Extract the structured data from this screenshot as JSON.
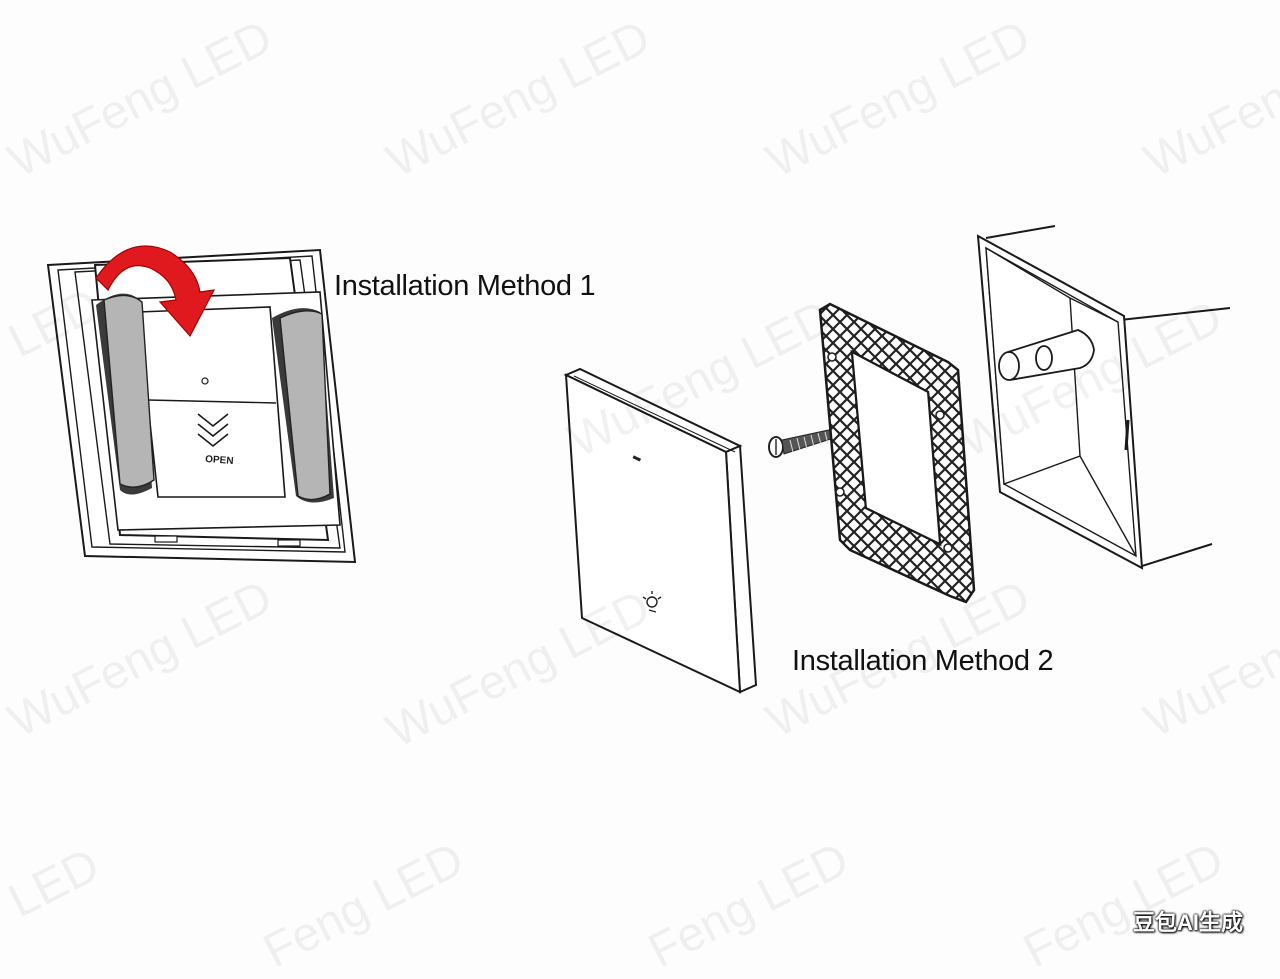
{
  "labels": {
    "method_1": "Installation Method 1",
    "method_2": "Installation Method 2"
  },
  "panel_text": {
    "open_label": "OPEN"
  },
  "watermark": {
    "text_full": "WuFeng LED",
    "text_partial_1": "LED",
    "text_partial_2": "Feng LED"
  },
  "badge": {
    "text": "豆包AI生成"
  },
  "colors": {
    "arrow": "#e0191f",
    "adhesive_pad": "#b5b5b5",
    "line": "#1a1a1a"
  }
}
